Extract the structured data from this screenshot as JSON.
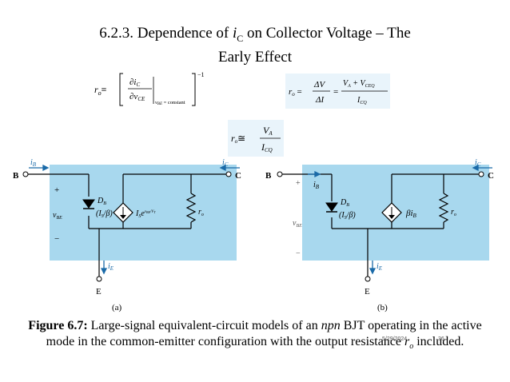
{
  "title": {
    "line1_prefix": "6.2.3. Dependence of ",
    "line1_var": "i",
    "line1_var_sub": "C",
    "line1_suffix": " on Collector Voltage – The",
    "line2": "Early Effect"
  },
  "equations": {
    "ro_definition_lhs": "r",
    "ro_definition_sub": "o",
    "ro_definition_equiv": "≡",
    "ro_definition_num": "∂i",
    "ro_definition_num_sub": "C",
    "ro_definition_den": "∂v",
    "ro_definition_den_sub": "CE",
    "ro_definition_cond": "v",
    "ro_definition_cond_sub": "BE",
    "ro_definition_cond_rest": " = constant",
    "ro_definition_exp": "−1",
    "ro_ratio_lhs": "r",
    "ro_ratio_sub": "o",
    "ro_ratio_num1": "ΔV",
    "ro_ratio_den1": "ΔI",
    "ro_ratio_num2": "V",
    "ro_ratio_num2_sub1": "A",
    "ro_ratio_num2_plus": " + V",
    "ro_ratio_num2_sub2": "CEQ",
    "ro_ratio_den2": "I",
    "ro_ratio_den2_sub": "CQ",
    "ro_approx_lhs": "r",
    "ro_approx_sub": "o",
    "ro_approx_sym": "≅",
    "ro_approx_num": "V",
    "ro_approx_num_sub": "A",
    "ro_approx_den": "I",
    "ro_approx_den_sub": "CQ"
  },
  "circuit_a": {
    "label": "(a)",
    "base_terminal": "B",
    "collector_terminal": "C",
    "emitter_terminal": "E",
    "base_current": "i",
    "base_current_sub": "B",
    "collector_current": "i",
    "collector_current_sub": "C",
    "emitter_current": "i",
    "emitter_current_sub": "E",
    "plus": "+",
    "minus": "−",
    "vbe": "v",
    "vbe_sub": "BE",
    "diode": "D",
    "diode_sub": "B",
    "diode_value": "(I",
    "diode_value_sub": "S",
    "diode_value_rest": "/β)",
    "source": "I",
    "source_sub": "S",
    "source_exp": "e",
    "source_exp_sup": "v",
    "source_exp_sup_sub": "BE",
    "source_exp_sup_rest": "/V",
    "source_exp_sup_sub2": "T",
    "resistor": "r",
    "resistor_sub": "o"
  },
  "circuit_b": {
    "label": "(b)",
    "base_terminal": "B",
    "collector_terminal": "C",
    "emitter_terminal": "E",
    "base_current": "i",
    "base_current_sub": "B",
    "collector_current": "i",
    "collector_current_sub": "C",
    "emitter_current": "i",
    "emitter_current_sub": "E",
    "plus": "+",
    "minus": "−",
    "vbe": "v",
    "vbe_sub": "BE",
    "diode": "D",
    "diode_sub": "B",
    "diode_value": "(I",
    "diode_value_sub": "S",
    "diode_value_rest": "/β)",
    "source": "βi",
    "source_sub": "B",
    "resistor": "r",
    "resistor_sub": "o"
  },
  "caption": {
    "bold": "Figure 6.7:",
    "text1": " Large-signal equivalent-circuit models of an ",
    "npn": "npn",
    "text2": " BJT operating in the active mode in the common-emitter configuration with the output resistance ",
    "ro": "r",
    "ro_sub": "o",
    "text3": " included."
  },
  "slide_meta": {
    "date": "5/29/2024",
    "page": "36"
  }
}
